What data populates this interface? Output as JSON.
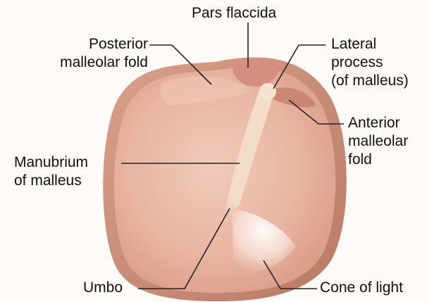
{
  "labels": {
    "pars_flaccida": "Pars flaccida",
    "posterior_fold": [
      "Posterior",
      "malleolar fold"
    ],
    "lateral_process": [
      "Lateral",
      "process",
      "(of malleus)"
    ],
    "anterior_fold": [
      "Anterior",
      "malleolar",
      "fold"
    ],
    "manubrium": [
      "Manubrium",
      "of malleus"
    ],
    "umbo": "Umbo",
    "cone_of_light": "Cone of light"
  },
  "colors": {
    "background": "#fdfaf7",
    "rim": "#c98f78",
    "membrane": "#e7b09c",
    "membrane_light": "#f0c6b5",
    "malleus": "#f3ddc8",
    "leader_line": "#222222",
    "text": "#111111"
  }
}
